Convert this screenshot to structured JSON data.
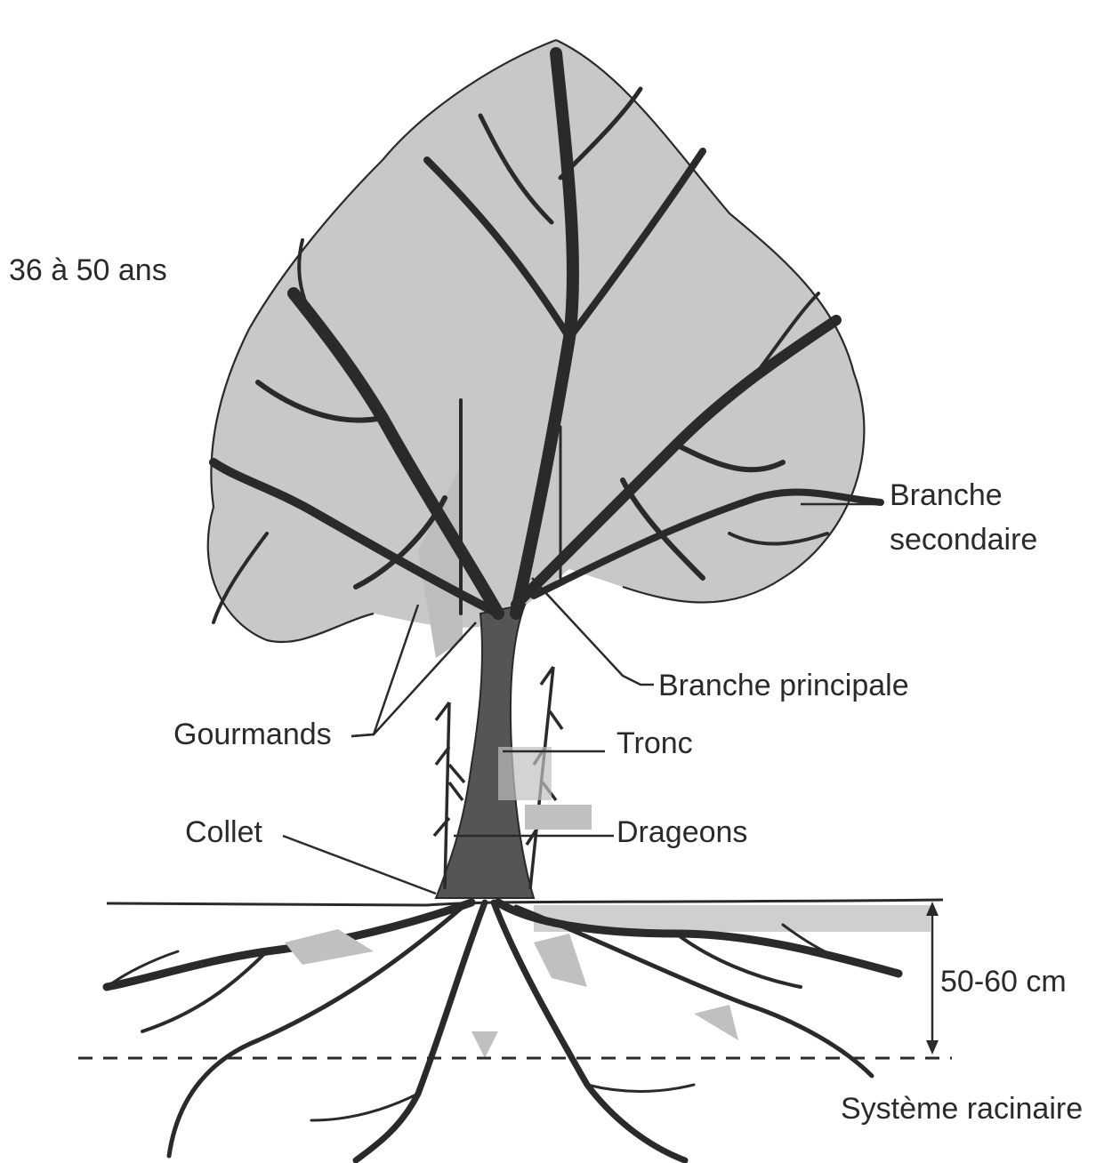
{
  "age_label": "36 à 50 ans",
  "labels": {
    "branche_secondaire_1": "Branche",
    "branche_secondaire_2": "secondaire",
    "branche_principale": "Branche principale",
    "gourmands": "Gourmands",
    "tronc": "Tronc",
    "collet": "Collet",
    "drageons": "Drageons",
    "depth": "50-60 cm",
    "systeme_racinaire": "Système racinaire"
  },
  "colors": {
    "ink": "#2a2a2a",
    "shade": "#c8c8c8",
    "trunk": "#555555"
  }
}
